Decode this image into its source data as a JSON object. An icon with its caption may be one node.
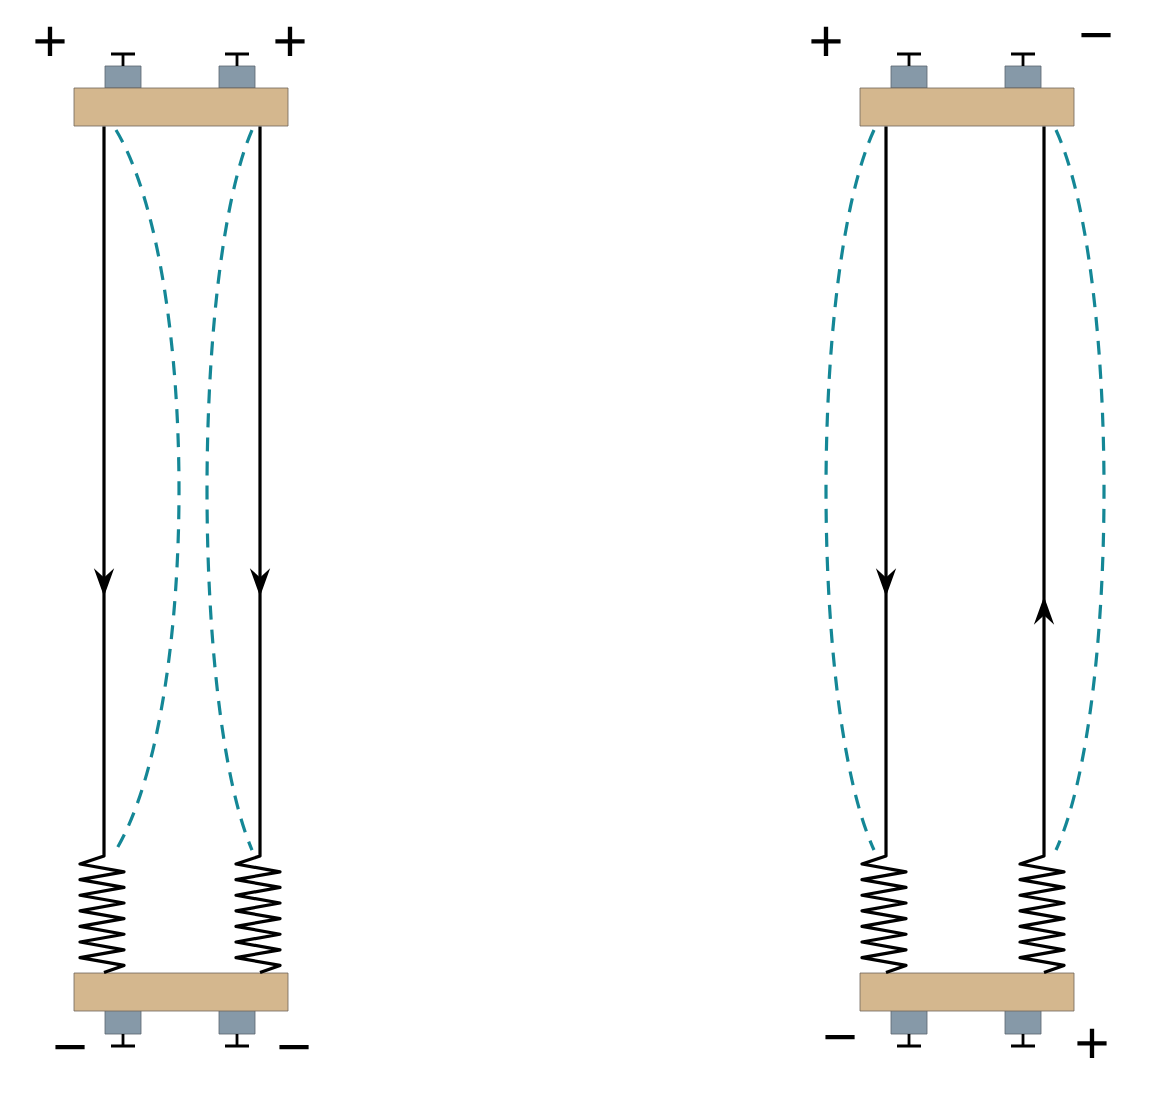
{
  "diagram": {
    "nodes": [
      {
        "text": [],
        "shape": "bar"
      },
      {
        "text": [],
        "shape": "bar"
      },
      {
        "text": [],
        "shape": "bar"
      },
      {
        "text": [],
        "shape": "bar"
      }
    ],
    "edges": [
      {
        "from": 0,
        "to": 2,
        "arrow": "to"
      },
      {
        "from": 0,
        "to": 2,
        "arrow": "to"
      },
      {
        "from": 1,
        "to": 3,
        "arrow": "to"
      },
      {
        "from": 3,
        "to": 1,
        "arrow": "to"
      }
    ],
    "labels": [
      "+",
      "+",
      "+",
      "−",
      "−",
      "−",
      "−",
      "+"
    ]
  }
}
